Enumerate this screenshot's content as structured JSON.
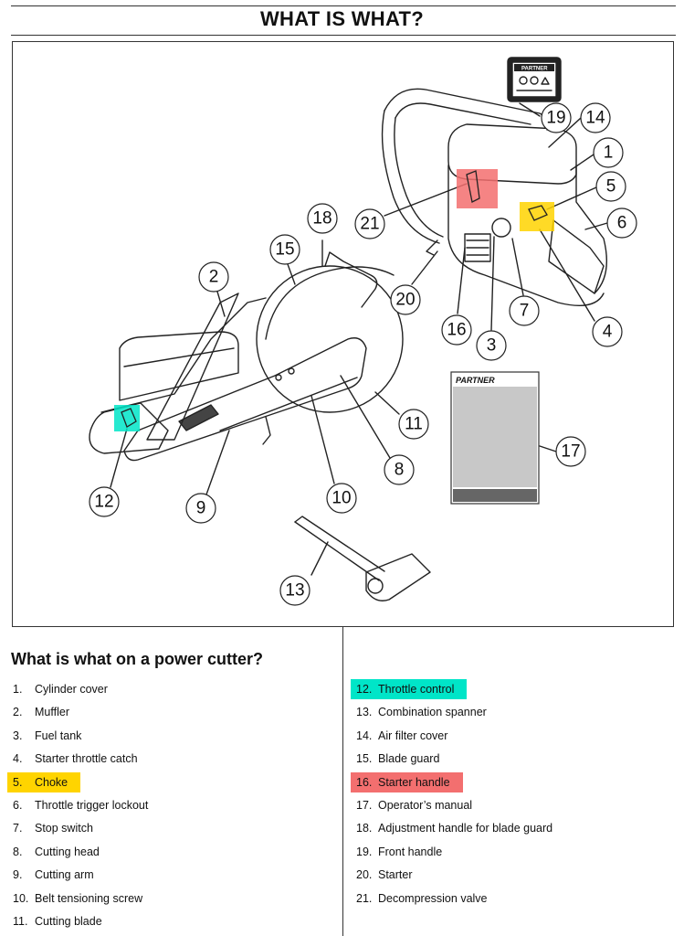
{
  "header": {
    "title": "WHAT IS WHAT?"
  },
  "figure": {
    "manual_brand": "PARTNER",
    "sticker_brand": "PARTNER",
    "callouts": [
      "1",
      "2",
      "3",
      "4",
      "5",
      "6",
      "7",
      "8",
      "9",
      "10",
      "11",
      "12",
      "13",
      "14",
      "15",
      "16",
      "17",
      "18",
      "19",
      "20",
      "21"
    ],
    "highlight_colors": {
      "yellow": "#ffd400",
      "cyan": "#00e5c8",
      "red": "#f36f6f"
    }
  },
  "parts_section": {
    "heading": "What is what on a power cutter?",
    "left_column": [
      {
        "num": "1.",
        "label": "Cylinder cover"
      },
      {
        "num": "2.",
        "label": "Muffler"
      },
      {
        "num": "3.",
        "label": "Fuel tank"
      },
      {
        "num": "4.",
        "label": "Starter throttle catch"
      },
      {
        "num": "5.",
        "label": "Choke"
      },
      {
        "num": "6.",
        "label": "Throttle trigger lockout"
      },
      {
        "num": "7.",
        "label": "Stop switch"
      },
      {
        "num": "8.",
        "label": "Cutting head"
      },
      {
        "num": "9.",
        "label": "Cutting arm"
      },
      {
        "num": "10.",
        "label": "Belt tensioning screw"
      },
      {
        "num": "11.",
        "label": "Cutting blade"
      }
    ],
    "right_column": [
      {
        "num": "12.",
        "label": "Throttle control"
      },
      {
        "num": "13.",
        "label": "Combination spanner"
      },
      {
        "num": "14.",
        "label": "Air filter cover"
      },
      {
        "num": "15.",
        "label": "Blade guard"
      },
      {
        "num": "16.",
        "label": "Starter handle"
      },
      {
        "num": "17.",
        "label": "Operator’s manual"
      },
      {
        "num": "18.",
        "label": "Adjustment handle for blade guard"
      },
      {
        "num": "19.",
        "label": "Front handle"
      },
      {
        "num": "20.",
        "label": "Starter"
      },
      {
        "num": "21.",
        "label": "Decompression valve"
      }
    ]
  }
}
